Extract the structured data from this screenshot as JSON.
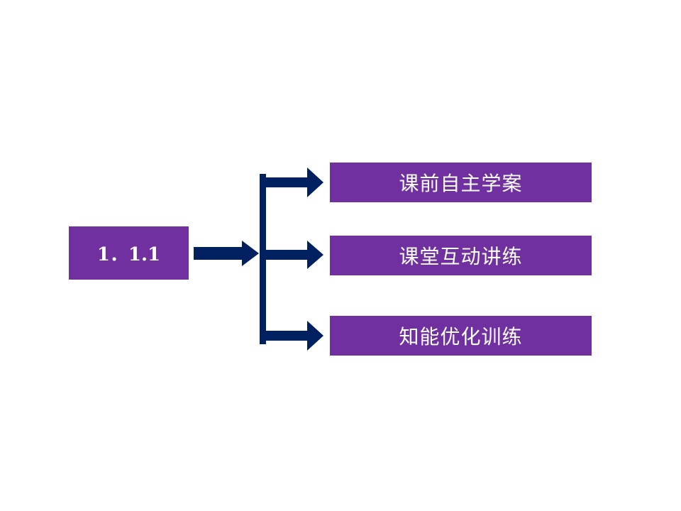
{
  "section": {
    "label": "1．1.1"
  },
  "menu": {
    "items": [
      {
        "label": "课前自主学案"
      },
      {
        "label": "课堂互动讲练"
      },
      {
        "label": "知能优化训练"
      }
    ]
  },
  "colors": {
    "box_fill": "#7030a0",
    "arrow_fill": "#002060",
    "text": "#ffffff",
    "background": "#ffffff"
  }
}
